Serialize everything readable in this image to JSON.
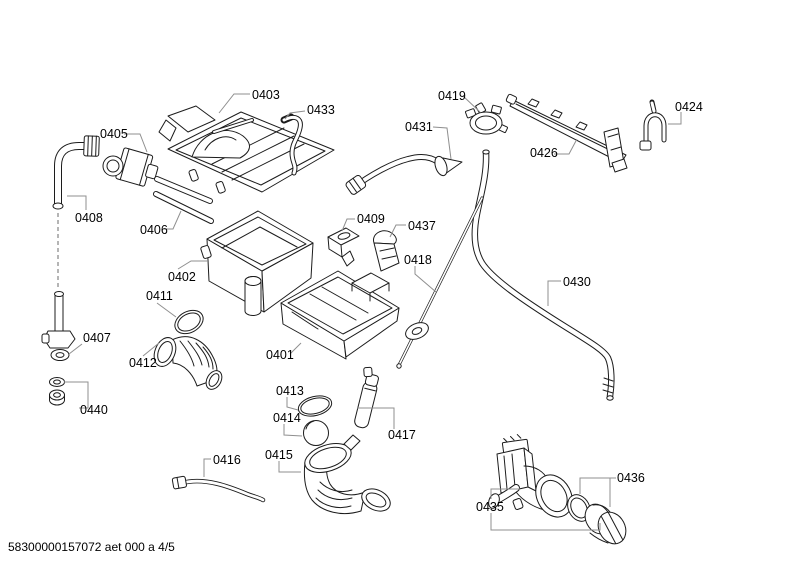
{
  "diagram": {
    "footer_code": "58300000157072 aet 000 a 4/5",
    "labels": {
      "p0401": "0401",
      "p0402": "0402",
      "p0403": "0403",
      "p0405": "0405",
      "p0406": "0406",
      "p0407": "0407",
      "p0408": "0408",
      "p0409": "0409",
      "p0411": "0411",
      "p0412": "0412",
      "p0413": "0413",
      "p0414": "0414",
      "p0415": "0415",
      "p0416": "0416",
      "p0417": "0417",
      "p0418": "0418",
      "p0419": "0419",
      "p0424": "0424",
      "p0426": "0426",
      "p0430": "0430",
      "p0431": "0431",
      "p0433": "0433",
      "p0435": "0435",
      "p0436": "0436",
      "p0437": "0437",
      "p0440": "0440"
    }
  }
}
